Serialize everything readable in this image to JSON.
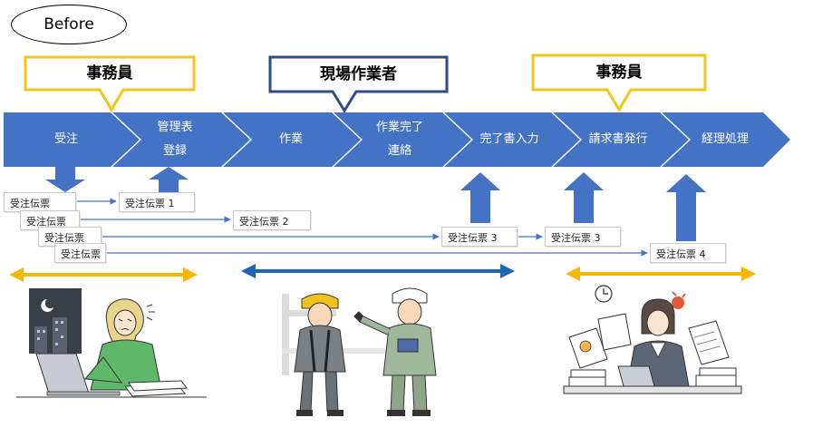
{
  "header": {
    "before_label": "Before"
  },
  "roles": [
    {
      "label": "事務員",
      "color": "#f5c518"
    },
    {
      "label": "現場作業者",
      "color": "#2f4c8a"
    },
    {
      "label": "事務員",
      "color": "#f5c518"
    }
  ],
  "process": {
    "color": "#4472c4",
    "steps": [
      {
        "line1": "受注",
        "line2": ""
      },
      {
        "line1": "管理表",
        "line2": "登録"
      },
      {
        "line1": "作業",
        "line2": ""
      },
      {
        "line1": "作業完了",
        "line2": "連絡"
      },
      {
        "line1": "完了書入力",
        "line2": ""
      },
      {
        "line1": "請求書発行",
        "line2": ""
      },
      {
        "line1": "経理処理",
        "line2": ""
      }
    ]
  },
  "slips": {
    "stack": [
      "受注伝票",
      "受注伝票",
      "受注伝票",
      "受注伝票"
    ],
    "routed": [
      "受注伝票 1",
      "受注伝票 2",
      "受注伝票 3",
      "受注伝票 3",
      "受注伝票 4"
    ]
  },
  "spans": {
    "office_color": "#f5b800",
    "field_color": "#1f64b5"
  },
  "illustrations": [
    {
      "name": "tired-office-worker-at-night",
      "icon": "office-worker-night-icon"
    },
    {
      "name": "field-workers-discussing",
      "icon": "construction-workers-icon"
    },
    {
      "name": "stressed-clerk-with-papers",
      "icon": "busy-clerk-icon"
    }
  ]
}
